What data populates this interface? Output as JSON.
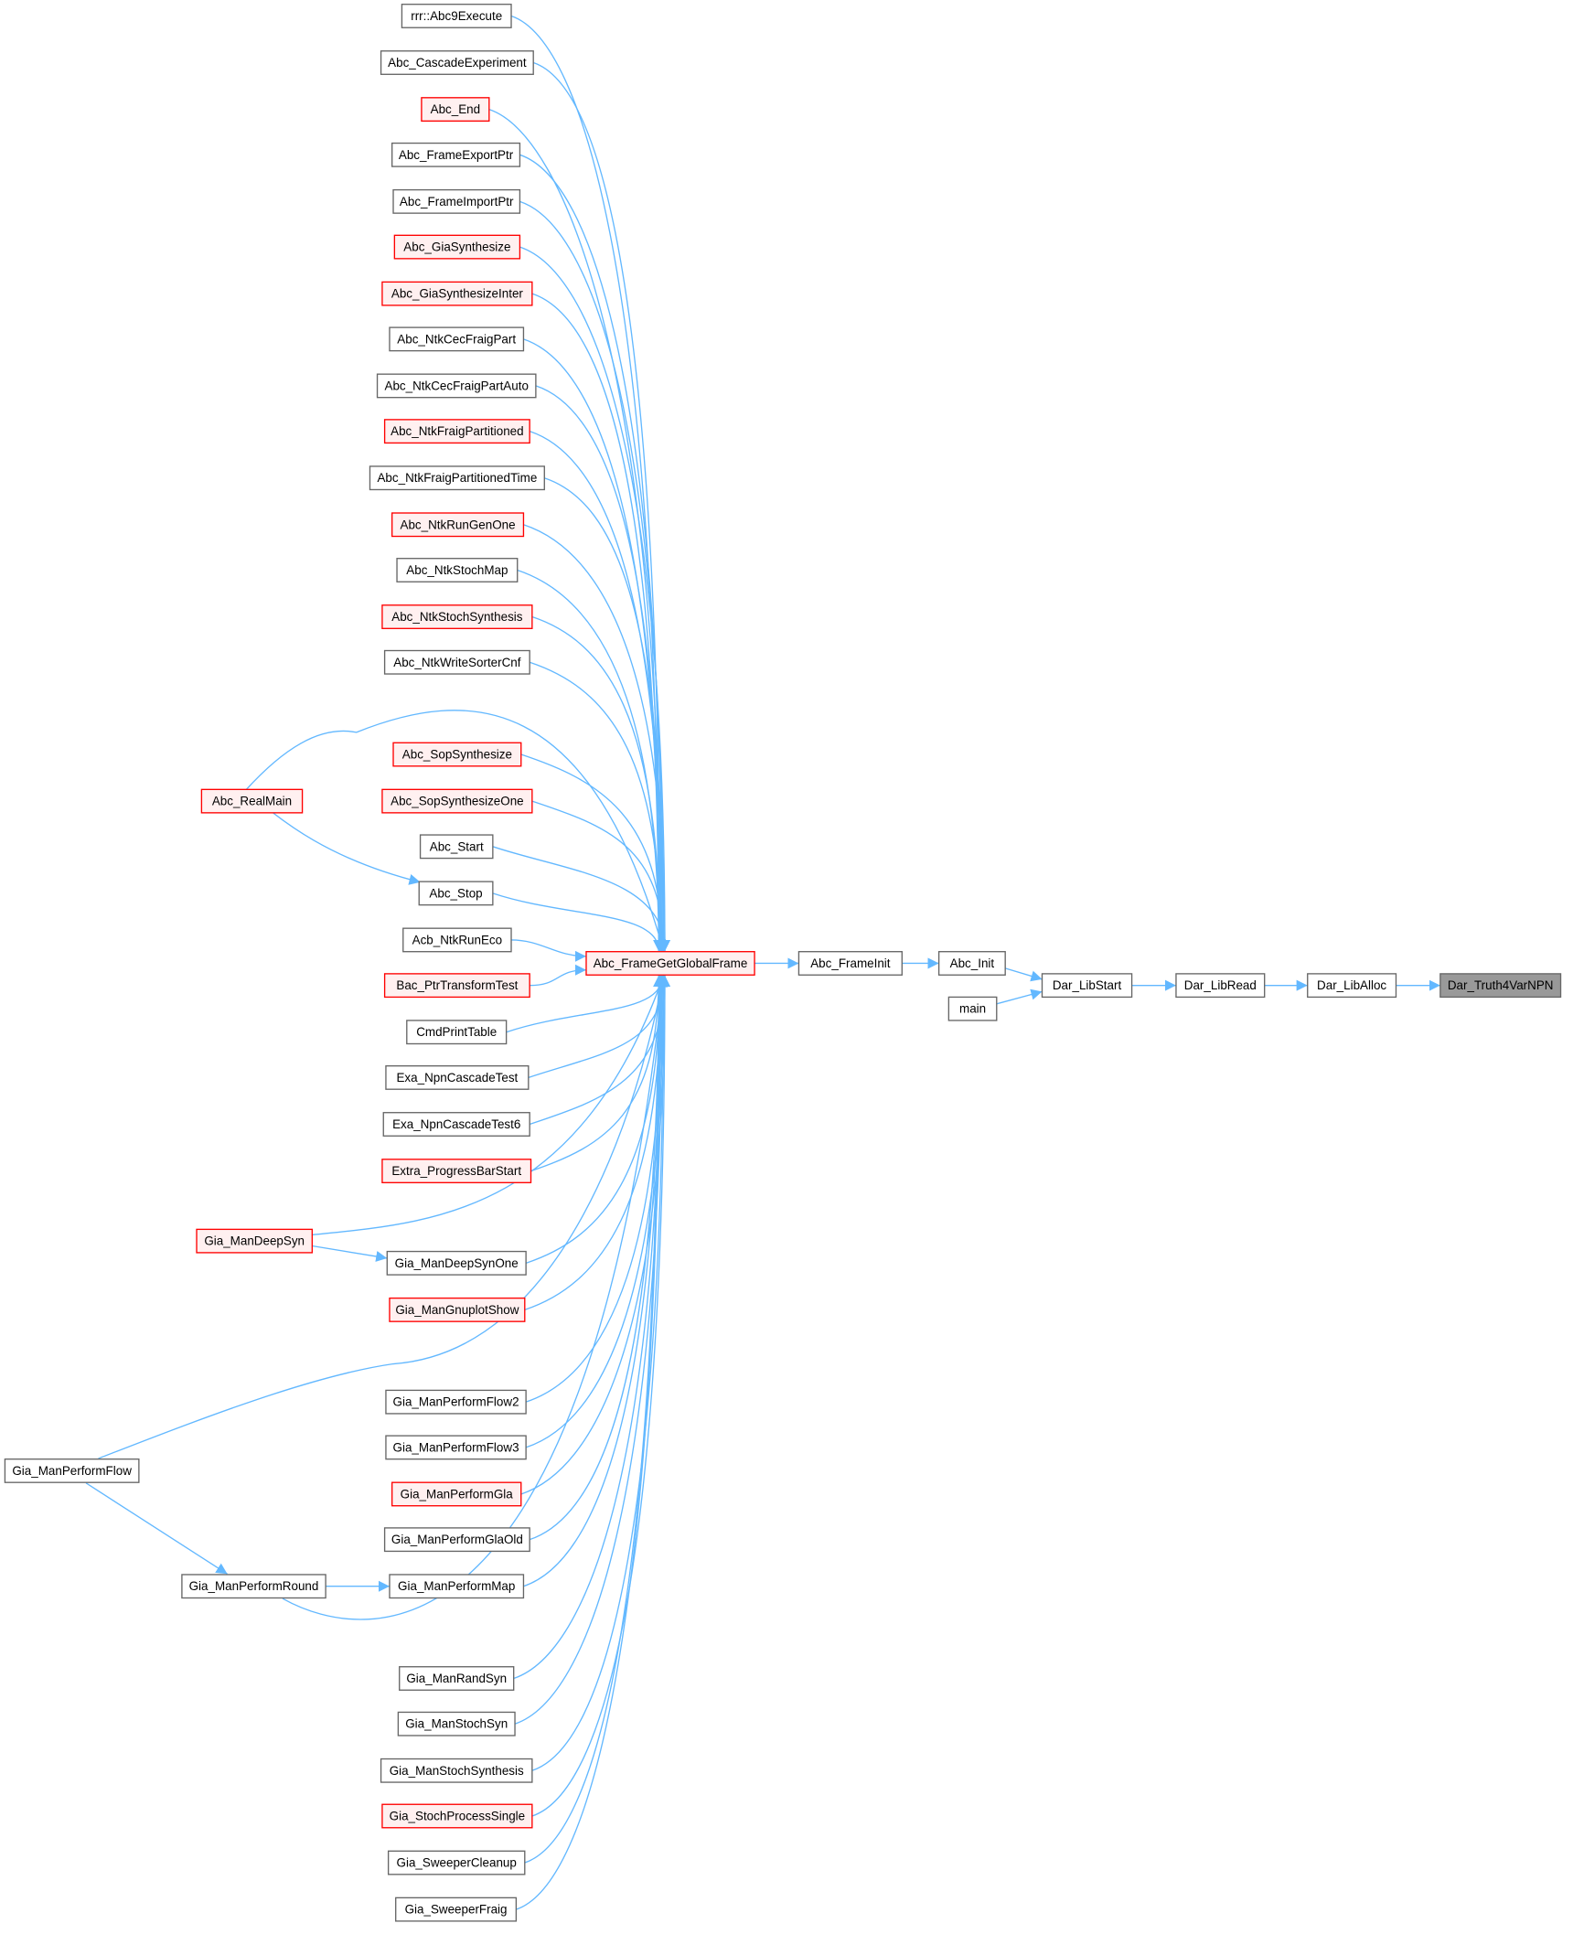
{
  "colors": {
    "edge": "#63b8ff",
    "red_border": "#ff0000",
    "red_fill": "#fff0f0",
    "focus_fill": "#999999"
  },
  "nodes": [
    {
      "id": "n0",
      "label": "rrr::Abc9Execute",
      "style": "normal"
    },
    {
      "id": "n1",
      "label": "Abc_CascadeExperiment",
      "style": "normal"
    },
    {
      "id": "n2",
      "label": "Abc_End",
      "style": "red"
    },
    {
      "id": "n3",
      "label": "Abc_FrameExportPtr",
      "style": "normal"
    },
    {
      "id": "n4",
      "label": "Abc_FrameImportPtr",
      "style": "normal"
    },
    {
      "id": "n5",
      "label": "Abc_GiaSynthesize",
      "style": "red"
    },
    {
      "id": "n6",
      "label": "Abc_GiaSynthesizeInter",
      "style": "red"
    },
    {
      "id": "n7",
      "label": "Abc_NtkCecFraigPart",
      "style": "normal"
    },
    {
      "id": "n8",
      "label": "Abc_NtkCecFraigPartAuto",
      "style": "normal"
    },
    {
      "id": "n9",
      "label": "Abc_NtkFraigPartitioned",
      "style": "red"
    },
    {
      "id": "n10",
      "label": "Abc_NtkFraigPartitionedTime",
      "style": "normal"
    },
    {
      "id": "n11",
      "label": "Abc_NtkRunGenOne",
      "style": "red"
    },
    {
      "id": "n12",
      "label": "Abc_NtkStochMap",
      "style": "normal"
    },
    {
      "id": "n13",
      "label": "Abc_NtkStochSynthesis",
      "style": "red"
    },
    {
      "id": "n14",
      "label": "Abc_NtkWriteSorterCnf",
      "style": "normal"
    },
    {
      "id": "n15",
      "label": "Abc_SopSynthesize",
      "style": "red"
    },
    {
      "id": "n16",
      "label": "Abc_SopSynthesizeOne",
      "style": "red"
    },
    {
      "id": "n17",
      "label": "Abc_Start",
      "style": "normal"
    },
    {
      "id": "n18",
      "label": "Abc_Stop",
      "style": "normal"
    },
    {
      "id": "n19",
      "label": "Acb_NtkRunEco",
      "style": "normal"
    },
    {
      "id": "n20",
      "label": "Bac_PtrTransformTest",
      "style": "red"
    },
    {
      "id": "n21",
      "label": "CmdPrintTable",
      "style": "normal"
    },
    {
      "id": "n22",
      "label": "Exa_NpnCascadeTest",
      "style": "normal"
    },
    {
      "id": "n23",
      "label": "Exa_NpnCascadeTest6",
      "style": "normal"
    },
    {
      "id": "n24",
      "label": "Extra_ProgressBarStart",
      "style": "red"
    },
    {
      "id": "n25",
      "label": "Gia_ManDeepSynOne",
      "style": "normal"
    },
    {
      "id": "n26",
      "label": "Gia_ManGnuplotShow",
      "style": "red"
    },
    {
      "id": "n27",
      "label": "Gia_ManPerformFlow2",
      "style": "normal"
    },
    {
      "id": "n28",
      "label": "Gia_ManPerformFlow3",
      "style": "normal"
    },
    {
      "id": "n29",
      "label": "Gia_ManPerformGla",
      "style": "red"
    },
    {
      "id": "n30",
      "label": "Gia_ManPerformGlaOld",
      "style": "normal"
    },
    {
      "id": "n31",
      "label": "Gia_ManPerformMap",
      "style": "normal"
    },
    {
      "id": "n32",
      "label": "Gia_ManRandSyn",
      "style": "normal"
    },
    {
      "id": "n33",
      "label": "Gia_ManStochSyn",
      "style": "normal"
    },
    {
      "id": "n34",
      "label": "Gia_ManStochSynthesis",
      "style": "normal"
    },
    {
      "id": "n35",
      "label": "Gia_StochProcessSingle",
      "style": "red"
    },
    {
      "id": "n36",
      "label": "Gia_SweeperCleanup",
      "style": "normal"
    },
    {
      "id": "n37",
      "label": "Gia_SweeperFraig",
      "style": "normal"
    },
    {
      "id": "realmain",
      "label": "Abc_RealMain",
      "style": "red"
    },
    {
      "id": "deepsyn",
      "label": "Gia_ManDeepSyn",
      "style": "red"
    },
    {
      "id": "pflow",
      "label": "Gia_ManPerformFlow",
      "style": "normal"
    },
    {
      "id": "pround",
      "label": "Gia_ManPerformRound",
      "style": "normal"
    },
    {
      "id": "hub",
      "label": "Abc_FrameGetGlobalFrame",
      "style": "red"
    },
    {
      "id": "finit",
      "label": "Abc_FrameInit",
      "style": "normal"
    },
    {
      "id": "ainit",
      "label": "Abc_Init",
      "style": "normal"
    },
    {
      "id": "main",
      "label": "main",
      "style": "normal"
    },
    {
      "id": "dstart",
      "label": "Dar_LibStart",
      "style": "normal"
    },
    {
      "id": "dread",
      "label": "Dar_LibRead",
      "style": "normal"
    },
    {
      "id": "dalloc",
      "label": "Dar_LibAlloc",
      "style": "normal"
    },
    {
      "id": "focus",
      "label": "Dar_Truth4VarNPN",
      "style": "gray"
    }
  ]
}
